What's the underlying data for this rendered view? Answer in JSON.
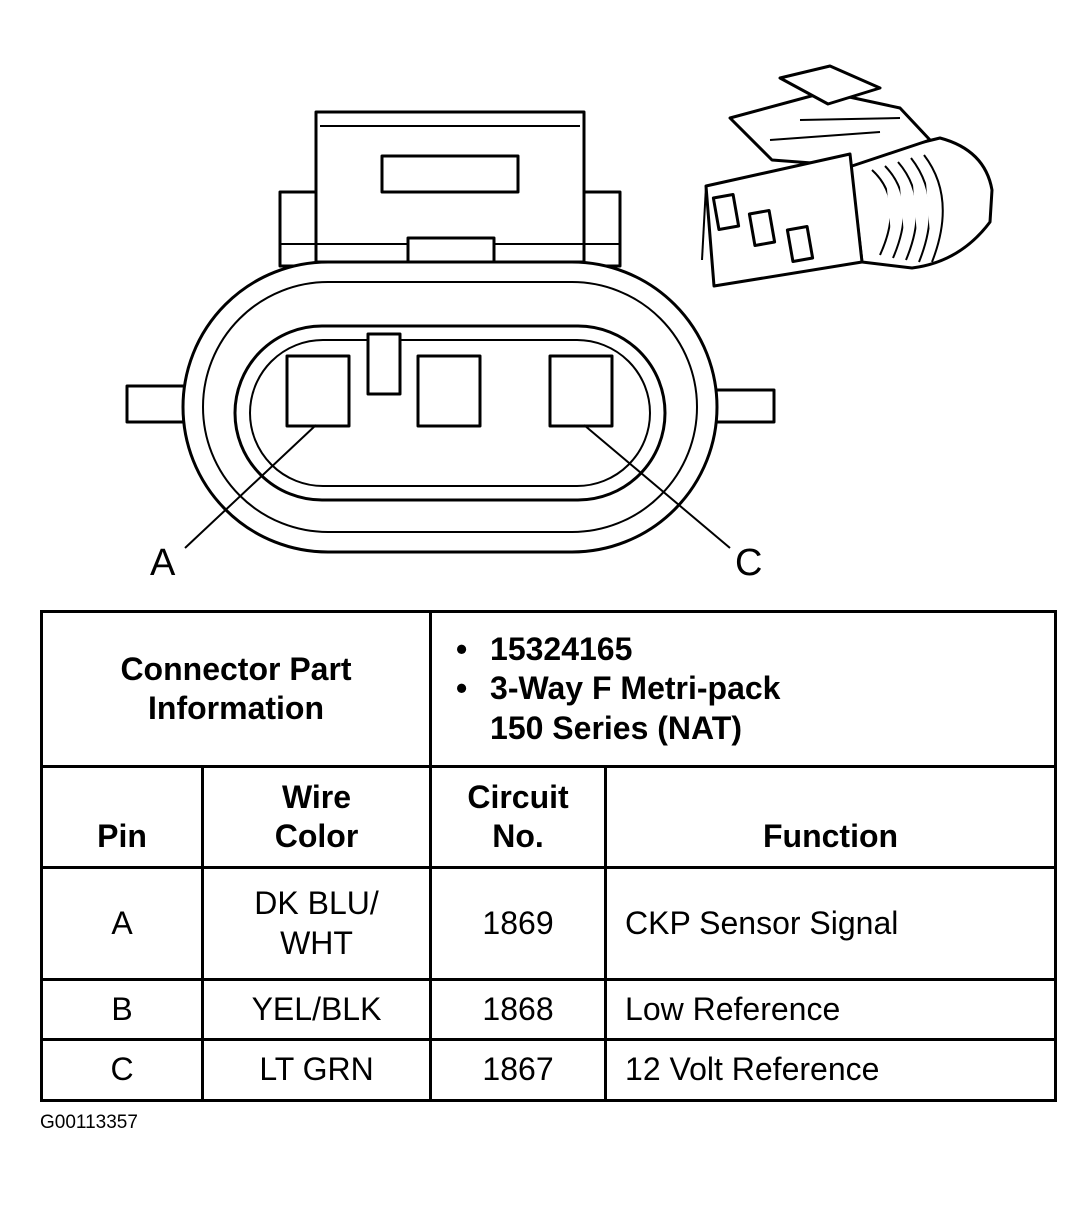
{
  "diagram": {
    "pin_labels": {
      "a": "A",
      "c": "C"
    }
  },
  "connector_info": {
    "header": "Connector Part\nInformation",
    "part_items": [
      "15324165",
      "3-Way F Metri-pack\n150 Series (NAT)"
    ]
  },
  "table": {
    "columns": {
      "pin": "Pin",
      "wire_color": "Wire\nColor",
      "circuit": "Circuit\nNo.",
      "function": "Function"
    },
    "rows": [
      {
        "pin": "A",
        "wire_color": "DK BLU/\nWHT",
        "circuit": "1869",
        "function": "CKP Sensor Signal"
      },
      {
        "pin": "B",
        "wire_color": "YEL/BLK",
        "circuit": "1868",
        "function": "Low Reference"
      },
      {
        "pin": "C",
        "wire_color": "LT GRN",
        "circuit": "1867",
        "function": "12 Volt Reference"
      }
    ]
  },
  "figure_id": "G00113357"
}
